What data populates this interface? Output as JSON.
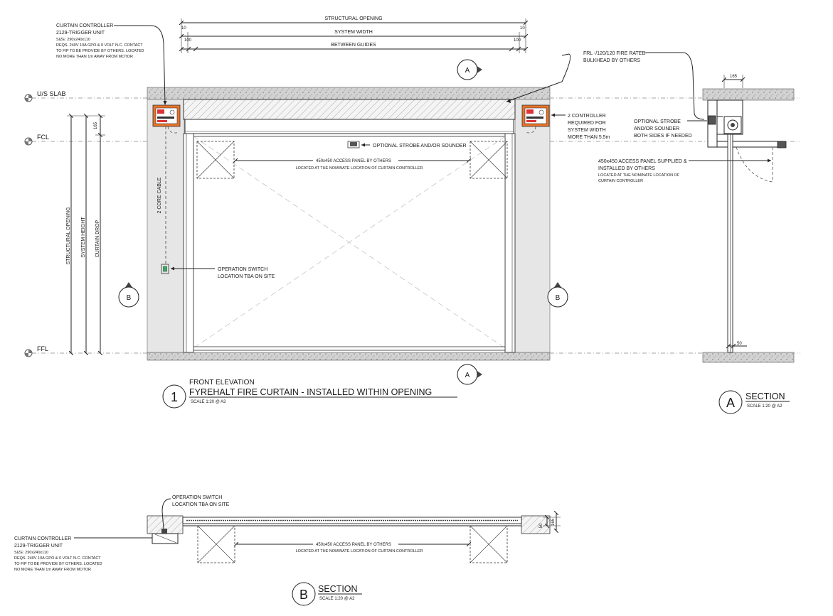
{
  "front_elevation": {
    "view_number": "1",
    "subtitle": "FRONT ELEVATION",
    "title": "FYREHALT FIRE CURTAIN - INSTALLED WITHIN OPENING",
    "scale": "SCALE 1:20 @ A2",
    "dimensions_top": {
      "structural_opening": "STRUCTURAL OPENING",
      "system_width": "SYSTEM WIDTH",
      "between_guides": "BETWEEN GUIDES",
      "ten_left": "10",
      "ten_right": "10",
      "hundred_left": "100",
      "hundred_right": "100"
    },
    "levels": {
      "us_slab": "U/S SLAB",
      "fcl": "FCL",
      "ffl": "FFL"
    },
    "vertical_dims": {
      "structural_opening": "STRUCTURAL OPENING",
      "system_height": "SYSTEM HEIGHT",
      "curtain_drop": "CURTAIN DROP",
      "top_165": "165"
    },
    "section_marker_a": "A",
    "section_marker_b": "B",
    "controller_note": {
      "line1": "CURTAIN CONTROLLER",
      "line2": "2129-TRIGGER UNIT",
      "line3": "SIZE: 290x240x110",
      "line4": "REQS. 240V 10A GPO & 0 VOLT N.C. CONTACT",
      "line5": "TO FIP TO BE PROVIDE BY OTHERS. LOCATED",
      "line6": "NO MORE THAN 1m AWAY FROM MOTOR"
    },
    "two_controller_note": {
      "line1": "2 CONTROLLER",
      "line2": "REQUIRED FOR",
      "line3": "SYSTEM WIDTH",
      "line4": "MORE THAN 5.5m"
    },
    "strobe_note": "OPTIONAL STROBE AND/OR SOUNDER",
    "access_panel": {
      "line1": "450x450 ACCESS PANEL BY OTHERS",
      "line2": "LOCATED AT THE NOMINATE LOCATION OF CURTAIN CONTROLLER"
    },
    "cable_label": "2 CORE CABLE",
    "switch_note": {
      "line1": "OPERATION SWITCH",
      "line2": "LOCATION TBA ON SITE"
    }
  },
  "section_a": {
    "marker": "A",
    "title": "SECTION",
    "scale": "SCALE 1:20 @ A2",
    "bulkhead_note": {
      "line1": "FRL -/120/120 FIRE RATED",
      "line2": "BULKHEAD BY OTHERS"
    },
    "dim_165": "165",
    "dim_50": "50",
    "strobe_note": {
      "line1": "OPTIONAL STROBE",
      "line2": "AND/OR SOUNDER",
      "line3": "BOTH SIDES IF NEEDED"
    },
    "access_note": {
      "line1": "450x450 ACCESS PANEL SUPPLIED &",
      "line2": "INSTALLED BY OTHERS",
      "line3": "LOCATED AT THE NOMINATE LOCATION OF",
      "line4": "CURTAIN CONTROLLER"
    }
  },
  "section_b": {
    "marker": "B",
    "title": "SECTION",
    "scale": "SCALE 1:20 @ A2",
    "switch_note": {
      "line1": "OPERATION SWITCH",
      "line2": "LOCATION TBA ON SITE"
    },
    "controller_note": {
      "line1": "CURTAIN CONTROLLER",
      "line2": "2129-TRIGGER UNIT",
      "line3": "SIZE: 290x240x110",
      "line4": "REQS. 240V 10A GPO & 0 VOLT N.C. CONTACT",
      "line5": "TO FIP TO BE PROVIDE BY OTHERS. LOCATED",
      "line6": "NO MORE THAN 1m AWAY FROM MOTOR"
    },
    "access_panel": {
      "line1": "450x450 ACCESS PANEL BY OTHERS",
      "line2": "LOCATED AT THE NOMINATE LOCATION OF CURTAIN CONTROLLER"
    },
    "dim_50": "50",
    "dim_165": "165"
  },
  "colors": {
    "controller": "#e8732a",
    "concrete": "#cfcfcf",
    "wall": "#e6e6e6"
  }
}
